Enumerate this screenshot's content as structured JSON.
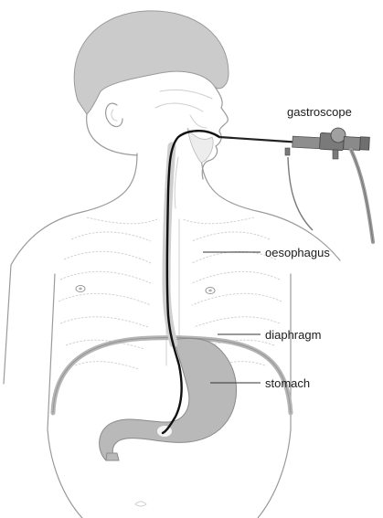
{
  "labels": {
    "gastroscope": "gastroscope",
    "oesophagus": "oesophagus",
    "diaphragm": "diaphragm",
    "stomach": "stomach"
  },
  "colors": {
    "hair": "#cbcbcb",
    "skin_outline": "#9a9a9a",
    "tube": "#111111",
    "stomach": "#b9b9b9",
    "diaphragm": "#b5b5b5",
    "instrument": "#7a7a7a"
  }
}
